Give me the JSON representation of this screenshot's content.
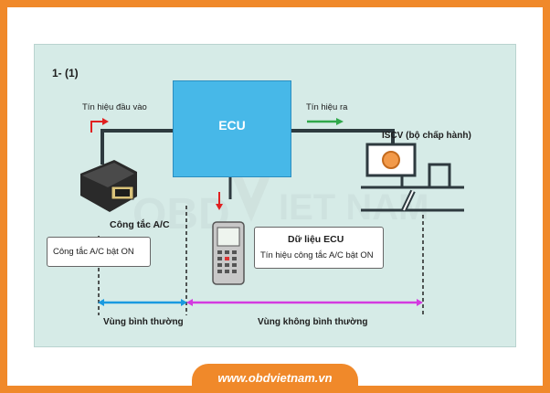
{
  "diagram": {
    "label": "1- (1)",
    "ecu_label": "ECU",
    "input_signal": "Tín hiệu đầu vào",
    "output_signal": "Tín hiệu ra",
    "iscv_label": "ISCV (bộ chấp hành)",
    "switch_label": "Công tắc A/C",
    "switch_note": "Công tắc A/C bật ON",
    "data_title": "Dữ liệu ECU",
    "data_note": "Tín hiệu công tắc A/C bật ON",
    "normal_zone": "Vùng bình thường",
    "abnormal_zone": "Vùng không bình thường",
    "watermark_left": "OBD",
    "watermark_right": "IET NAM",
    "colors": {
      "ecu": "#47b8e8",
      "normal_arrow": "#1a9ae0",
      "abnormal_arrow": "#d33be0",
      "red_arrow": "#e02020",
      "green_arrow": "#2fa84a",
      "frame": "#f0892a"
    }
  },
  "footer": {
    "website": "www.obdvietnam.vn"
  }
}
